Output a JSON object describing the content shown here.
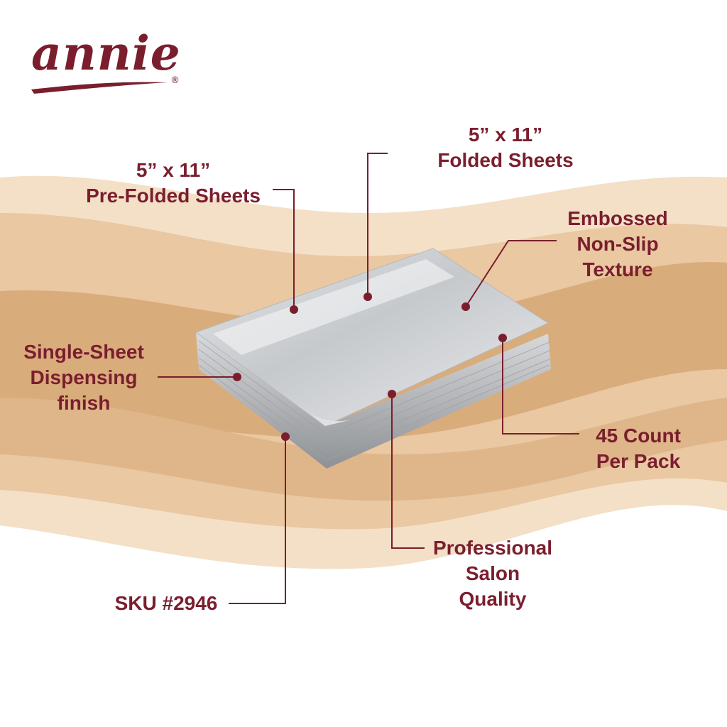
{
  "brand": {
    "logo_text": "annie",
    "registered_mark": "®"
  },
  "colors": {
    "accent": "#7a1e2e",
    "wave_light": "#f2dcc0",
    "wave_mid": "#e6c097",
    "wave_dark": "#d2a06c",
    "foil": "#c9ccd0"
  },
  "callouts": {
    "pre_folded": {
      "line1": "5” x 11”",
      "line2": "Pre-Folded Sheets"
    },
    "folded": {
      "line1": "5” x 11”",
      "line2": "Folded Sheets"
    },
    "embossed": {
      "line1": "Embossed",
      "line2": "Non-Slip",
      "line3": "Texture"
    },
    "single_sheet": {
      "line1": "Single-Sheet",
      "line2": "Dispensing",
      "line3": "finish"
    },
    "count": {
      "line1": "45 Count",
      "line2": "Per Pack"
    },
    "professional": {
      "line1": "Professional",
      "line2": "Salon",
      "line3": "Quality"
    },
    "sku": {
      "line1": "SKU #2946"
    }
  }
}
